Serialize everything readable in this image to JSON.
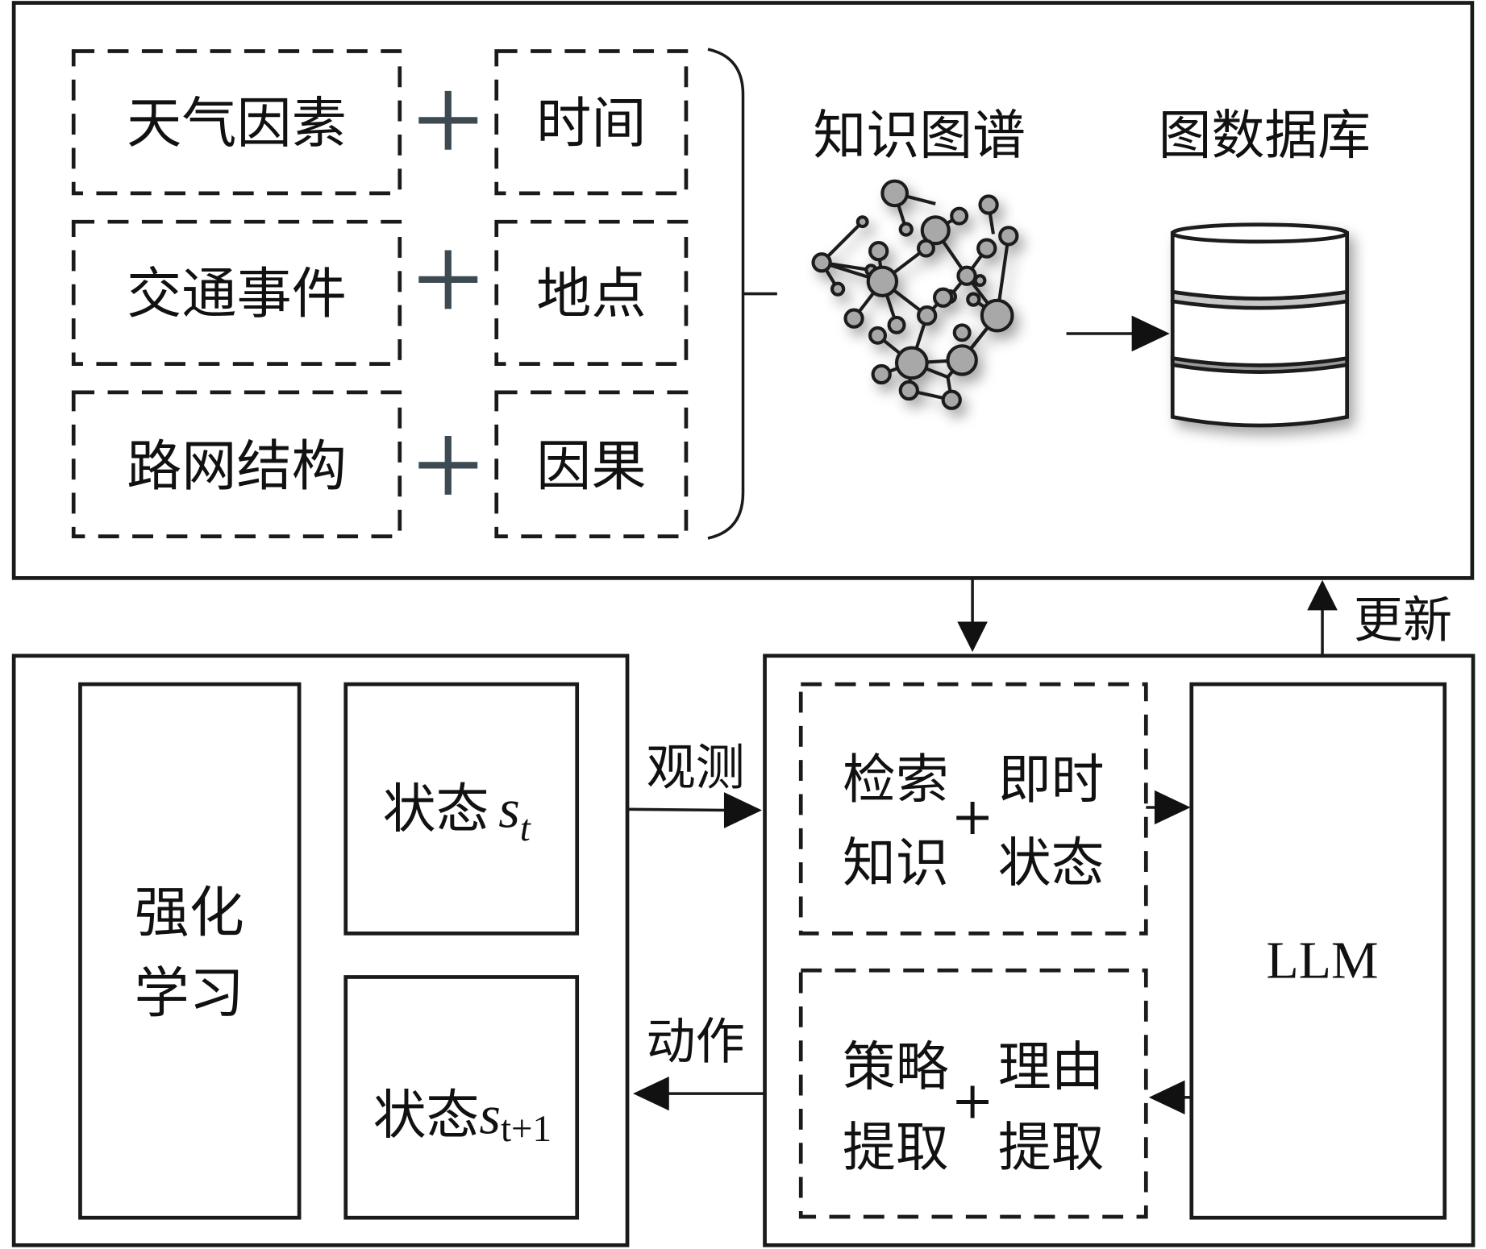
{
  "top_panel": {
    "pairs": [
      {
        "left": "天气因素",
        "right": "时间"
      },
      {
        "left": "交通事件",
        "right": "地点"
      },
      {
        "left": "路网结构",
        "right": "因果"
      }
    ],
    "plus_symbol": "+",
    "knowledge_graph_label": "知识图谱",
    "graph_database_label": "图数据库"
  },
  "connectors": {
    "update_label": "更新",
    "observe_label": "观测",
    "action_label": "动作"
  },
  "rl_panel": {
    "title_line1": "强化",
    "title_line2": "学习",
    "state_t_prefix": "状态",
    "state_t_symbol": "s",
    "state_t_sub": "t",
    "state_t1_prefix": "状态",
    "state_t1_symbol": "s",
    "state_t1_sub": "t+1"
  },
  "llm_panel": {
    "retrieve_knowledge_line1": "检索",
    "retrieve_knowledge_line2": "知识",
    "instant_state_line1": "即时",
    "instant_state_line2": "状态",
    "policy_extract_line1": "策略",
    "policy_extract_line2": "提取",
    "reason_extract_line1": "理由",
    "reason_extract_line2": "提取",
    "plus_symbol": "+",
    "llm_label": "LLM"
  }
}
